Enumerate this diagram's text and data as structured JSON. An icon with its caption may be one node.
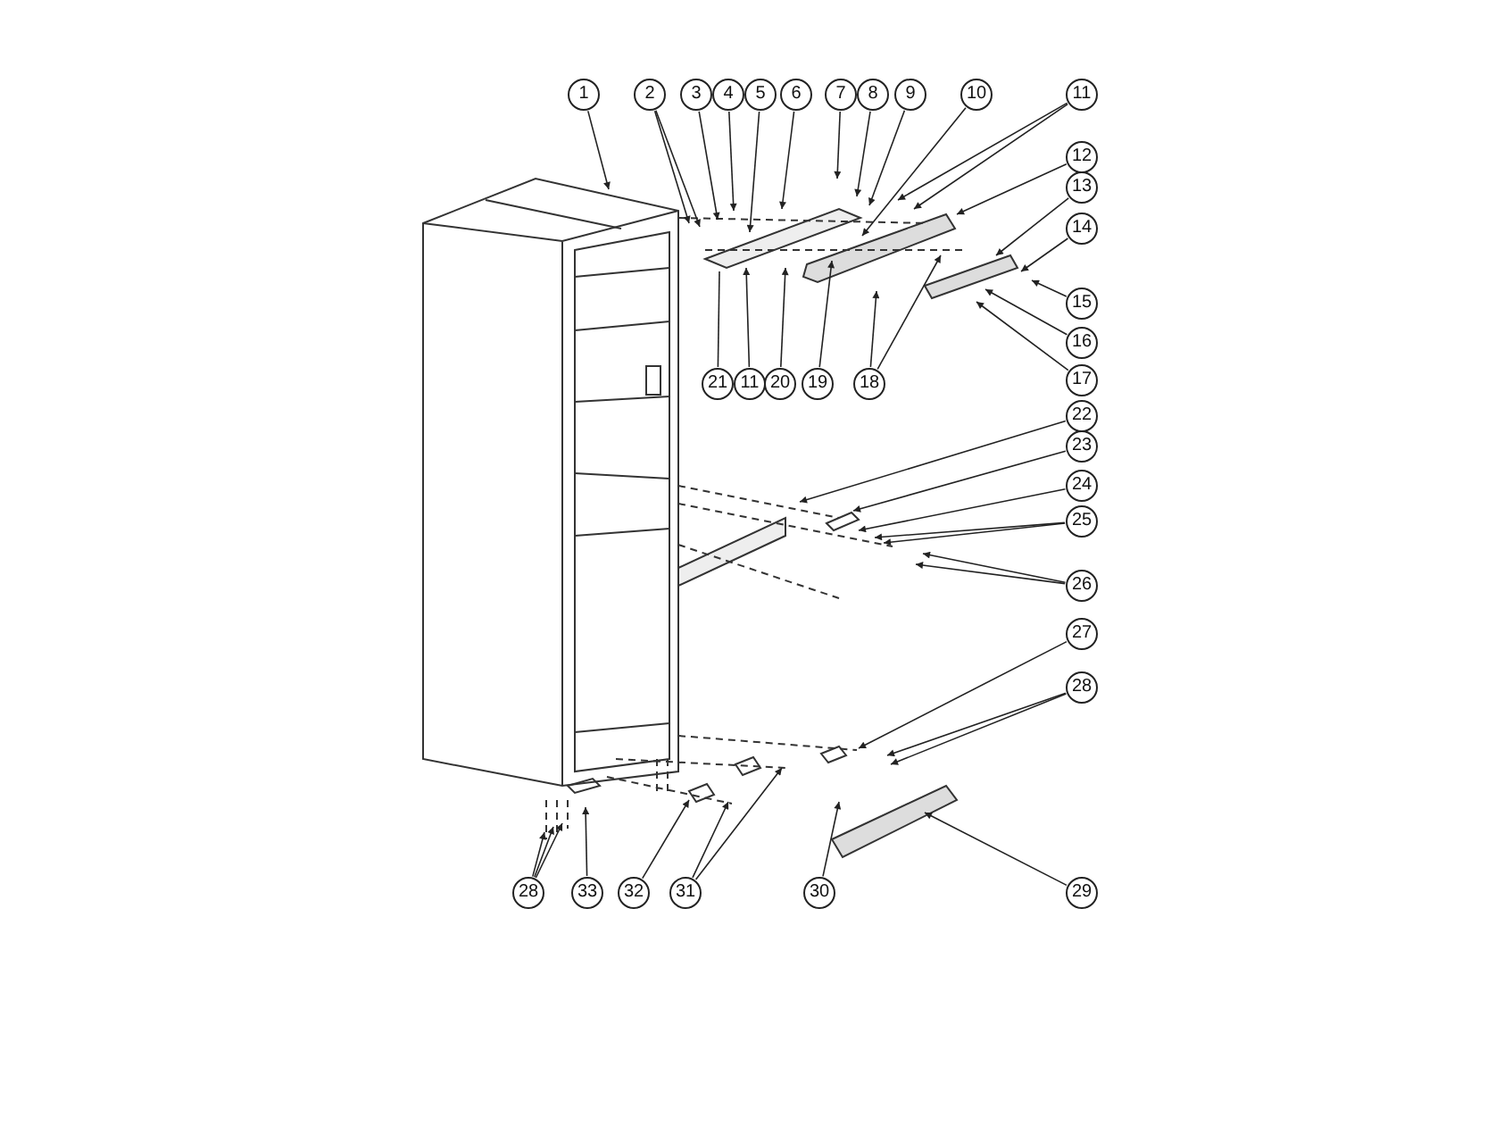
{
  "diagram": {
    "nodes": [
      {
        "text": [
          "1"
        ]
      },
      {
        "text": [
          "2"
        ]
      },
      {
        "text": [
          "3"
        ]
      },
      {
        "text": [
          "4"
        ]
      },
      {
        "text": [
          "5"
        ]
      },
      {
        "text": [
          "6"
        ]
      },
      {
        "text": [
          "7"
        ]
      },
      {
        "text": [
          "8"
        ]
      },
      {
        "text": [
          "9"
        ]
      },
      {
        "text": [
          "10"
        ]
      },
      {
        "text": [
          "11"
        ]
      },
      {
        "text": [
          "12"
        ]
      },
      {
        "text": [
          "13"
        ]
      },
      {
        "text": [
          "14"
        ]
      },
      {
        "text": [
          "15"
        ]
      },
      {
        "text": [
          "16"
        ]
      },
      {
        "text": [
          "17"
        ]
      },
      {
        "text": [
          "21"
        ]
      },
      {
        "text": [
          "11"
        ]
      },
      {
        "text": [
          "20"
        ]
      },
      {
        "text": [
          "19"
        ]
      },
      {
        "text": [
          "18"
        ]
      },
      {
        "text": [
          "22"
        ]
      },
      {
        "text": [
          "23"
        ]
      },
      {
        "text": [
          "24"
        ]
      },
      {
        "text": [
          "25"
        ]
      },
      {
        "text": [
          "26"
        ]
      },
      {
        "text": [
          "27"
        ]
      },
      {
        "text": [
          "28"
        ]
      },
      {
        "text": [
          "29"
        ]
      },
      {
        "text": [
          "28"
        ]
      },
      {
        "text": [
          "33"
        ]
      },
      {
        "text": [
          "32"
        ]
      },
      {
        "text": [
          "31"
        ]
      },
      {
        "text": [
          "30"
        ]
      }
    ],
    "edges": [
      {
        "from": 0,
        "to": null,
        "arrow": "to"
      },
      {
        "from": 1,
        "to": null,
        "arrow": "to"
      },
      {
        "from": 1,
        "to": null,
        "arrow": "to"
      },
      {
        "from": 2,
        "to": null,
        "arrow": "to"
      },
      {
        "from": 3,
        "to": null,
        "arrow": "to"
      },
      {
        "from": 4,
        "to": null,
        "arrow": "to"
      },
      {
        "from": 5,
        "to": null,
        "arrow": "to"
      },
      {
        "from": 6,
        "to": null,
        "arrow": "to"
      },
      {
        "from": 7,
        "to": null,
        "arrow": "to"
      },
      {
        "from": 8,
        "to": null,
        "arrow": "to"
      },
      {
        "from": 9,
        "to": null,
        "arrow": "to"
      },
      {
        "from": 10,
        "to": null,
        "arrow": "to"
      },
      {
        "from": 10,
        "to": null,
        "arrow": "to"
      },
      {
        "from": 11,
        "to": null,
        "arrow": "to"
      },
      {
        "from": 12,
        "to": null,
        "arrow": "to"
      },
      {
        "from": 13,
        "to": null,
        "arrow": "to"
      },
      {
        "from": 14,
        "to": null,
        "arrow": "to"
      },
      {
        "from": 15,
        "to": null,
        "arrow": "to"
      },
      {
        "from": 16,
        "to": null,
        "arrow": "to"
      },
      {
        "from": 17,
        "to": null,
        "arrow": "none"
      },
      {
        "from": 18,
        "to": null,
        "arrow": "to"
      },
      {
        "from": 19,
        "to": null,
        "arrow": "to"
      },
      {
        "from": 20,
        "to": null,
        "arrow": "to"
      },
      {
        "from": 21,
        "to": null,
        "arrow": "to"
      },
      {
        "from": 21,
        "to": null,
        "arrow": "to"
      },
      {
        "from": 22,
        "to": null,
        "arrow": "to"
      },
      {
        "from": 23,
        "to": null,
        "arrow": "to"
      },
      {
        "from": 24,
        "to": null,
        "arrow": "to"
      },
      {
        "from": 25,
        "to": null,
        "arrow": "to"
      },
      {
        "from": 25,
        "to": null,
        "arrow": "to"
      },
      {
        "from": 26,
        "to": null,
        "arrow": "to"
      },
      {
        "from": 26,
        "to": null,
        "arrow": "to"
      },
      {
        "from": 27,
        "to": null,
        "arrow": "to"
      },
      {
        "from": 28,
        "to": null,
        "arrow": "to"
      },
      {
        "from": 28,
        "to": null,
        "arrow": "to"
      },
      {
        "from": 29,
        "to": null,
        "arrow": "to"
      },
      {
        "from": 30,
        "to": null,
        "arrow": "to"
      },
      {
        "from": 30,
        "to": null,
        "arrow": "to"
      },
      {
        "from": 30,
        "to": null,
        "arrow": "to"
      },
      {
        "from": 31,
        "to": null,
        "arrow": "to"
      },
      {
        "from": 32,
        "to": null,
        "arrow": "to"
      },
      {
        "from": 33,
        "to": null,
        "arrow": "to"
      },
      {
        "from": 33,
        "to": null,
        "arrow": "to"
      },
      {
        "from": 34,
        "to": null,
        "arrow": "to"
      }
    ]
  }
}
